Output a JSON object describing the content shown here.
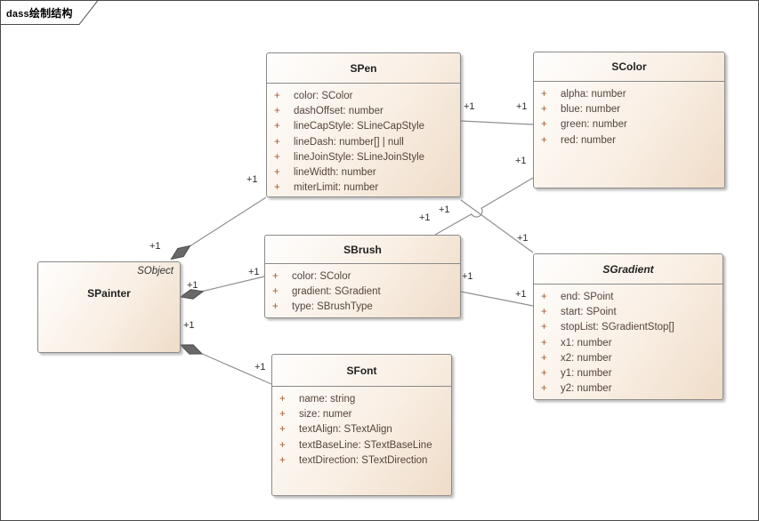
{
  "tab": {
    "name_latin": "dass",
    "name_cjk": "绘制结构"
  },
  "vis": {
    "plus": "+"
  },
  "mult": {
    "v": "+1"
  },
  "colors": {
    "box_fill_start": "#fffefd",
    "box_fill_end": "#efdcc8",
    "box_border": "#8a8a8a",
    "line": "#909090",
    "diamond_fill": "#696969",
    "attr_visibility": "#a4582c",
    "attr_text": "#55443b"
  },
  "classes": {
    "spen": {
      "title": "SPen",
      "attrs": [
        "color: SColor",
        "dashOffset: number",
        "lineCapStyle: SLineCapStyle",
        "lineDash: number[] | null",
        "lineJoinStyle: SLineJoinStyle",
        "lineWidth: number",
        "miterLimit: number"
      ]
    },
    "scolor": {
      "title": "SColor",
      "attrs": [
        "alpha: number",
        "blue: number",
        "green: number",
        "red: number"
      ]
    },
    "sbrush": {
      "title": "SBrush",
      "attrs": [
        "color: SColor",
        "gradient: SGradient",
        "type: SBrushType"
      ]
    },
    "sgradient": {
      "title": "SGradient",
      "attrs": [
        "end: SPoint",
        "start: SPoint",
        "stopList: SGradientStop[]",
        "x1: number",
        "x2: number",
        "y1: number",
        "y2: number"
      ]
    },
    "sfont": {
      "title": "SFont",
      "attrs": [
        "name: string",
        "size: numer",
        "textAlign: STextAlign",
        "textBaseLine: STextBaseLine",
        "textDirection: STextDirection"
      ]
    },
    "spainter": {
      "title": "SPainter",
      "stereotype": "SObject"
    }
  },
  "relations": [
    {
      "from": "SPen",
      "to": "SColor",
      "type": "association",
      "from_mult": "+1",
      "to_mult": "+1"
    },
    {
      "from": "SPainter",
      "to": "SPen",
      "type": "composition",
      "from_mult": "+1",
      "to_mult": "+1"
    },
    {
      "from": "SPainter",
      "to": "SBrush",
      "type": "composition",
      "from_mult": "+1",
      "to_mult": "+1"
    },
    {
      "from": "SPainter",
      "to": "SFont",
      "type": "composition",
      "from_mult": "+1",
      "to_mult": "+1"
    },
    {
      "from": "SPen",
      "to": "SGradient",
      "type": "association",
      "from_mult": "+1",
      "to_mult": "+1"
    },
    {
      "from": "SBrush",
      "to": "SColor",
      "type": "association",
      "from_mult": "+1",
      "to_mult": "+1"
    },
    {
      "from": "SBrush",
      "to": "SGradient",
      "type": "association",
      "from_mult": "+1",
      "to_mult": "+1"
    }
  ]
}
